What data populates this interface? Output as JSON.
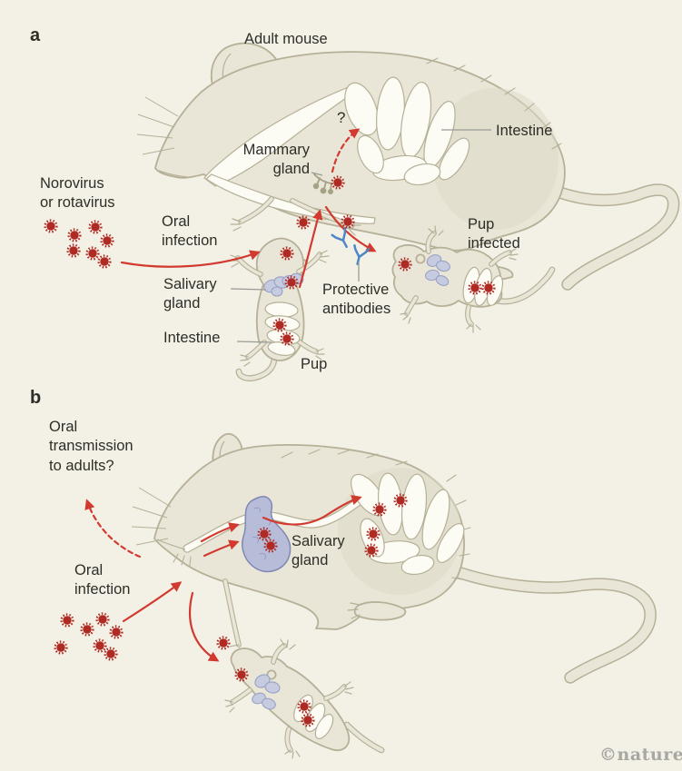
{
  "figure": {
    "credit": "©nature"
  },
  "colors": {
    "bg": "#f3f1e6",
    "mouse_body": "#e9e6d7",
    "mouse_outline": "#b5b097",
    "organ_white": "#fcfbf4",
    "shade": "#ddd8c6",
    "virus_red": "#ae2a23",
    "arrow_red": "#d23a30",
    "antibody_blue": "#4e86c6",
    "salivary_blue": "#b7bdd9",
    "salivary_outline": "#7f87b3",
    "pup_gland": "#c6cbe0",
    "pup_gland_outline": "#99a1c5",
    "gland_texture": "#959cc4",
    "mammary_olive": "#a7a286",
    "pointer_gray": "#9a9a95",
    "text": "#2e2d28",
    "credit_gray": "#a8a7a3"
  },
  "panel_a": {
    "label": "a",
    "title": "Adult mouse",
    "virus_legend": "Norovirus\nor rotavirus",
    "oral_infection": "Oral\ninfection",
    "adult_intestine": "Intestine",
    "mammary_gland": "Mammary\ngland",
    "maternal_transfer_question": "?",
    "pup_salivary_gland": "Salivary\ngland",
    "pup_intestine": "Intestine",
    "pup": "Pup",
    "protective_antibodies": "Protective\nantibodies",
    "pup_infected": "Pup\ninfected"
  },
  "panel_b": {
    "label": "b",
    "oral_transmission": "Oral\ntransmission\nto adults?",
    "oral_infection": "Oral\ninfection",
    "salivary_gland": "Salivary\ngland"
  }
}
